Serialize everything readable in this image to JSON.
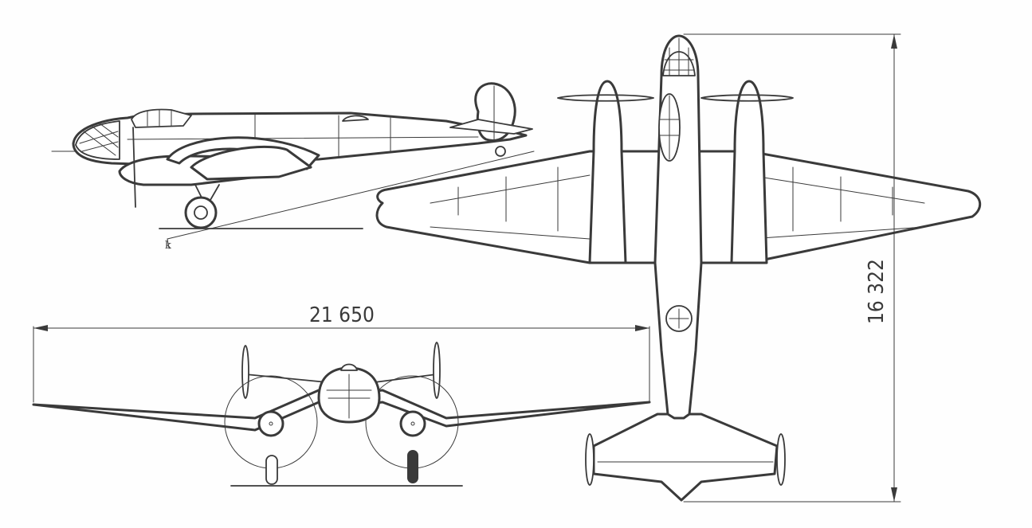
{
  "drawing": {
    "type": "three-view aircraft drawing",
    "views": [
      "side-view",
      "front-view",
      "plan-view"
    ],
    "line_color": "#3a3a3a",
    "background": "#fefefe"
  },
  "dimensions": {
    "wingspan_label": "21 650",
    "length_label": "16 322"
  },
  "annotations": {
    "ground_angle_marker": "k"
  }
}
